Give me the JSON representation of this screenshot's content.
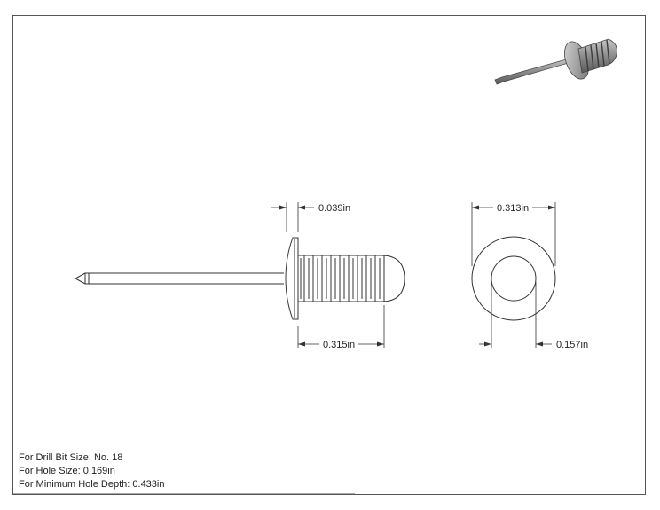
{
  "dimensions": {
    "flange_thickness": "0.039in",
    "body_length": "0.315in",
    "flange_diameter": "0.313in",
    "body_diameter": "0.157in"
  },
  "specs": [
    {
      "label": "For Drill Bit Size:",
      "value": "No. 18"
    },
    {
      "label": "For Hole Size:",
      "value": "0.169in"
    },
    {
      "label": "For Minimum Hole Depth:",
      "value": "0.433in"
    }
  ],
  "colors": {
    "line": "#333333",
    "border": "#555555",
    "iso_body": "#8a8a8a"
  }
}
